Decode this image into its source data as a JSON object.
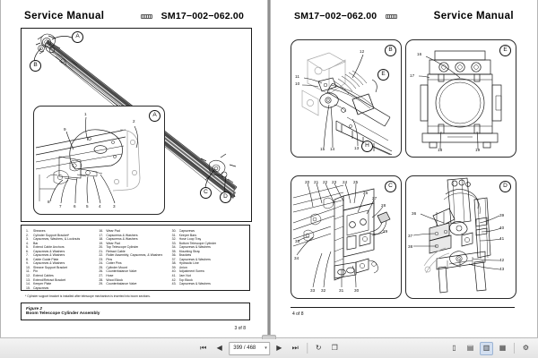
{
  "viewer": {
    "toolbar": {
      "first_page_label": "⏮",
      "prev_page_label": "◀",
      "next_page_label": "▶",
      "last_page_label": "⏭",
      "page_value": "399 / 468",
      "caret": "▾",
      "rotate_label": "↻",
      "copy_label": "❐",
      "view_single_label": "▯",
      "view_continuous_label": "▤",
      "view_facing_label": "▥",
      "view_book_label": "▦",
      "settings_label": "⚙"
    }
  },
  "pages": [
    {
      "side": "left",
      "head_title": "Service Manual",
      "head_code": "SM17−002−062.00",
      "head_order": "title-first",
      "page_number": "3 of 8",
      "figure": {
        "caption_label": "Figure 2",
        "caption_title": "Boom Telescope Cylinder Assembly",
        "footnote": "* Cylinder support bracket is installed after telescope mechanism is inserted into boom sections.",
        "detail_callouts": [
          "A",
          "B",
          "C",
          "D"
        ],
        "inset_callout": "A",
        "inset_numbers": [
          "1",
          "2",
          "3",
          "4",
          "5",
          "6",
          "7",
          "8",
          "9"
        ]
      },
      "parts_columns": [
        [
          {
            "n": "1.",
            "name": "Sheaves"
          },
          {
            "n": "2.",
            "name": "Cylinder Support Bracket*"
          },
          {
            "n": "3.",
            "name": "Capscrews, Washers, & Locknuts"
          },
          {
            "n": "4.",
            "name": "Bar"
          },
          {
            "n": "5.",
            "name": "Extend Cable Anchors"
          },
          {
            "n": "6.",
            "name": "Capscrews & Washers"
          },
          {
            "n": "7.",
            "name": "Capscrews & Washers"
          },
          {
            "n": "8.",
            "name": "Cable Guide Plate"
          },
          {
            "n": "9.",
            "name": "Capscrews & Washers"
          },
          {
            "n": "10.",
            "name": "Sheave Support Bracket"
          },
          {
            "n": "11.",
            "name": "Pin"
          },
          {
            "n": "12.",
            "name": "Extend Cables"
          },
          {
            "n": "13.",
            "name": "Extend/Retract Bracket"
          },
          {
            "n": "14.",
            "name": "Keeper Plate"
          },
          {
            "n": "15.",
            "name": "Capscrews"
          }
        ],
        [
          {
            "n": "16.",
            "name": "Wear Pad"
          },
          {
            "n": "17.",
            "name": "Capscrews & Washers"
          },
          {
            "n": "18.",
            "name": "Capscrews & Washers"
          },
          {
            "n": "19.",
            "name": "Wear Pad"
          },
          {
            "n": "20.",
            "name": "Top Telescope Cylinder"
          },
          {
            "n": "21.",
            "name": "Retract Cable"
          },
          {
            "n": "22.",
            "name": "Roller Assembly, Capscrews, & Washers"
          },
          {
            "n": "23.",
            "name": "Pins"
          },
          {
            "n": "24.",
            "name": "Cotter Pins"
          },
          {
            "n": "25.",
            "name": "Cylinder Mount"
          },
          {
            "n": "26.",
            "name": "Counterbalance Valve"
          },
          {
            "n": "27.",
            "name": "Hose"
          },
          {
            "n": "28.",
            "name": "Wood Block"
          },
          {
            "n": "29.",
            "name": "Counterbalance Valve"
          }
        ],
        [
          {
            "n": "30.",
            "name": "Capscrews"
          },
          {
            "n": "31.",
            "name": "Keeper Bars"
          },
          {
            "n": "32.",
            "name": "Hose Loop Tray"
          },
          {
            "n": "33.",
            "name": "Bottom Telescope Cylinder"
          },
          {
            "n": "34.",
            "name": "Capscrews & Washers"
          },
          {
            "n": "35.",
            "name": "Mounting Strap"
          },
          {
            "n": "36.",
            "name": "Brackets"
          },
          {
            "n": "37.",
            "name": "Capscrews & Washers"
          },
          {
            "n": "38.",
            "name": "Hydraulic Line"
          },
          {
            "n": "39.",
            "name": "Union"
          },
          {
            "n": "40.",
            "name": "Adjustment Screw"
          },
          {
            "n": "41.",
            "name": "Jam Nut"
          },
          {
            "n": "42.",
            "name": "Top Block"
          },
          {
            "n": "43.",
            "name": "Capscrews & Washers"
          }
        ]
      ]
    },
    {
      "side": "right",
      "head_title": "Service Manual",
      "head_code": "SM17−002−062.00",
      "head_order": "code-first",
      "page_number": "4 of 8",
      "details": [
        {
          "callout": "B",
          "numbers": [
            "10",
            "11",
            "12",
            "13",
            "14",
            "15"
          ],
          "extra_callouts": [
            "E",
            "H"
          ]
        },
        {
          "callout": "E",
          "numbers": [
            "16",
            "17",
            "18",
            "19"
          ],
          "extra_callouts": []
        },
        {
          "callout": "C",
          "numbers": [
            "20",
            "21",
            "22",
            "23",
            "24",
            "25",
            "26",
            "27",
            "28",
            "29",
            "30",
            "31",
            "32",
            "33",
            "34",
            "35"
          ],
          "extra_callouts": []
        },
        {
          "callout": "D",
          "numbers": [
            "36",
            "37",
            "38",
            "39",
            "40",
            "41",
            "42",
            "43"
          ],
          "extra_callouts": []
        }
      ]
    }
  ]
}
